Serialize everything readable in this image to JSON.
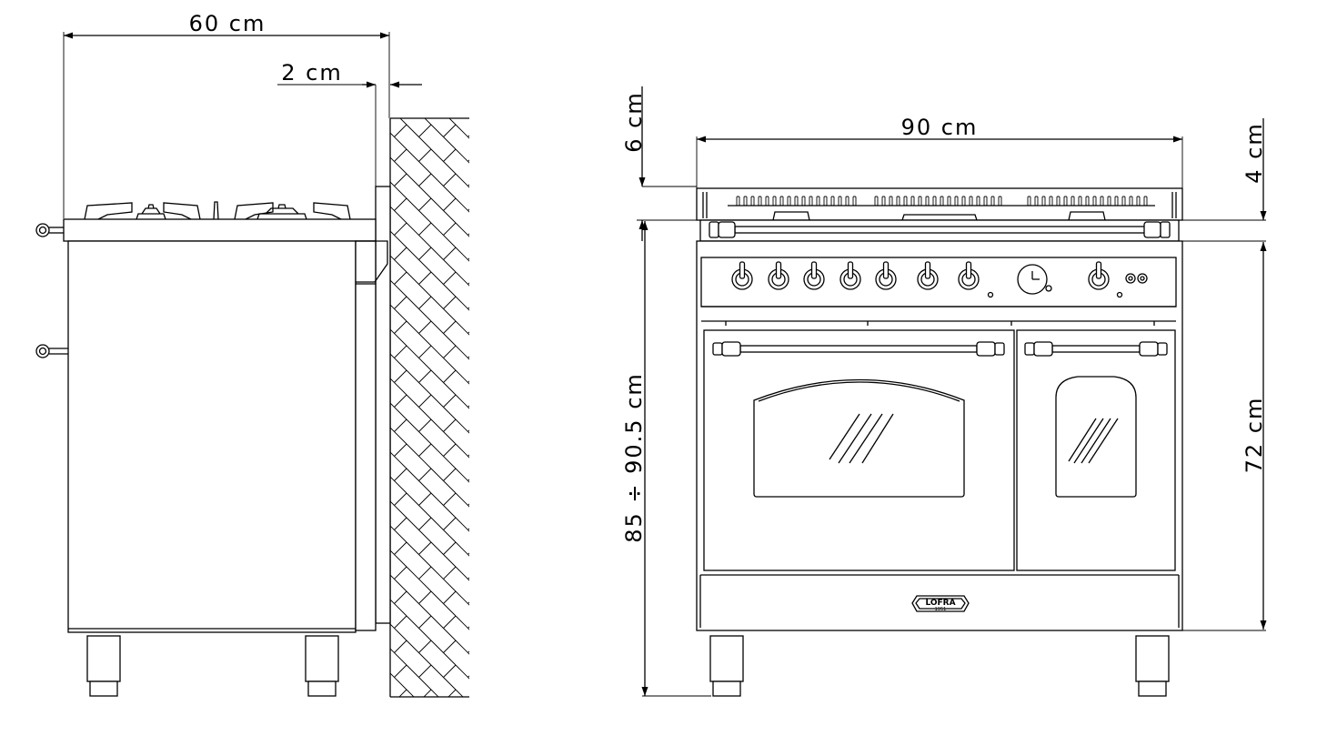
{
  "dimensions": {
    "side_width": "60 cm",
    "wall_gap": "2 cm",
    "front_width": "90 cm",
    "top_gap": "6 cm",
    "hob_height": "4 cm",
    "total_height": "85 ÷ 90.5 cm",
    "oven_height": "72 cm"
  },
  "brand": {
    "name": "LOFRA",
    "year": "1951"
  }
}
